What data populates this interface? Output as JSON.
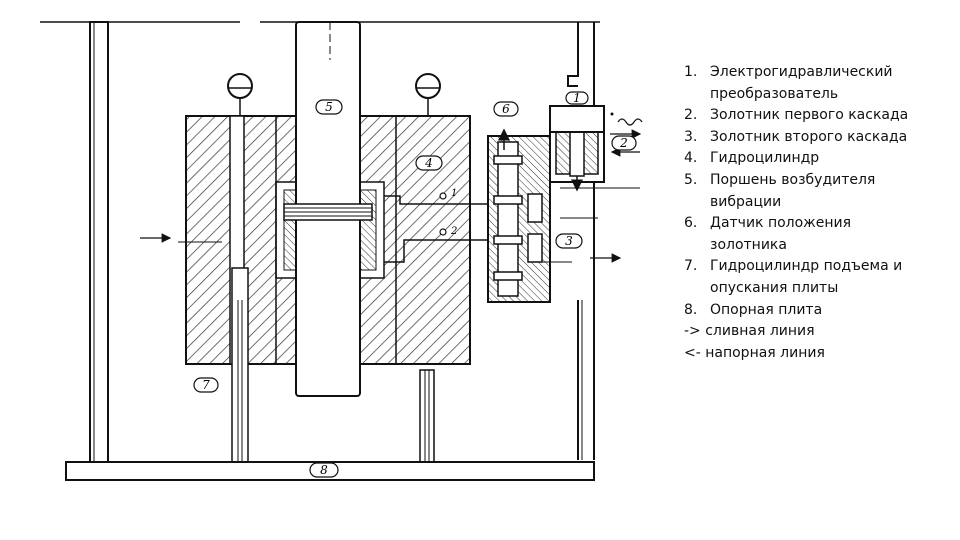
{
  "diagram": {
    "callouts": {
      "c1": "1",
      "c2": "2",
      "c3": "3",
      "c4": "4",
      "c5": "5",
      "c6": "6",
      "c7": "7",
      "c8": "8"
    },
    "markers": {
      "m1": "1",
      "m2": "2"
    }
  },
  "legend": {
    "items": [
      {
        "number": "1.",
        "text": "Электрогидравлический",
        "cont": "преобразователь"
      },
      {
        "number": "2.",
        "text": "Золотник первого каскада"
      },
      {
        "number": "3.",
        "text": "Золотник второго каскада"
      },
      {
        "number": "4.",
        "text": "Гидроцилиндр"
      },
      {
        "number": "5.",
        "text": "Поршень возбудителя",
        "cont": "вибрации"
      },
      {
        "number": "6.",
        "text": "Датчик положения",
        "cont": "золотника"
      },
      {
        "number": "7.",
        "text": "Гидроцилиндр подъема и",
        "cont": "опускания плиты"
      },
      {
        "number": "8.",
        "text": "Опорная плита"
      }
    ],
    "drain_line": "-> сливная линия",
    "pressure_line": "<- напорная линия"
  }
}
